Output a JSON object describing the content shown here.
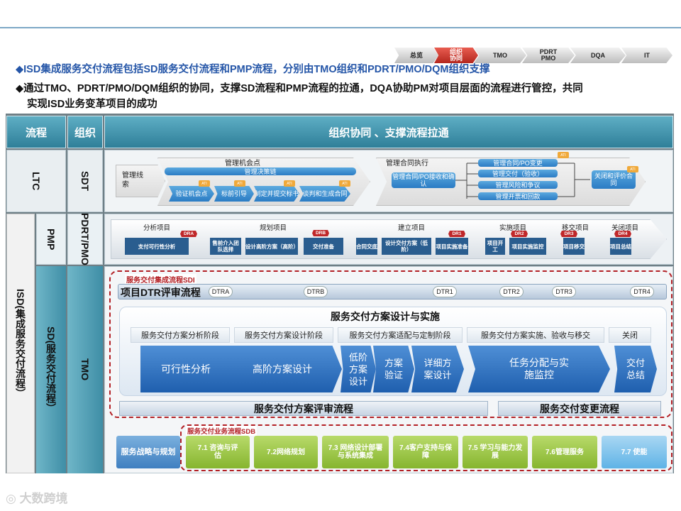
{
  "nav": [
    {
      "label": "总览",
      "active": false
    },
    {
      "label": "组织\n协同",
      "active": true
    },
    {
      "label": "TMO",
      "active": false
    },
    {
      "label": "PDRT\nPMO",
      "active": false
    },
    {
      "label": "DQA",
      "active": false
    },
    {
      "label": "IT",
      "active": false
    }
  ],
  "bullets": {
    "b1": "◆ISD集成服务交付流程包括SD服务交付流程和PMP流程，分别由TMO组织和PDRT/PMO/DQM组织支撑",
    "b2_line1": "◆通过TMO、PDRT/PMO/DQM组织的协同，支撑SD流程和PMP流程的拉通，DQA协助PM对项目层面的流程进行管控，共同",
    "b2_line2": "实现ISD业务变革项目的成功"
  },
  "header": {
    "process": "流程",
    "org": "组织",
    "main": "组织协同 、支撑流程拉通"
  },
  "rows": {
    "ltc": "LTC",
    "sdt": "SDT",
    "isd": "ISD(集成服务交付流程）",
    "pmp": "PMP",
    "pdrt": "PDRT/PMO",
    "sd": "SD(服务交付流程）",
    "tmo": "TMO"
  },
  "ltc_panel": {
    "lead": "管理线索",
    "opp": "管理机会点",
    "decision": "管理决策链",
    "steps": [
      "验证机会点",
      "标前引导",
      "制定并提交标书",
      "谈判和生成合同"
    ],
    "contract": "管理合同执行",
    "contract_step": "管理合同/PO接收和确认",
    "subs": [
      "管理合同/PO变更",
      "管理交付（验收）",
      "管理风险和争议",
      "管理开票和回款"
    ],
    "close": "关闭和评价合同",
    "tags": [
      "ATI",
      "ATI",
      "ATI",
      "ATI",
      "ATI",
      "ATI"
    ]
  },
  "pmp_panel": {
    "phases": [
      "分析项目",
      "规划项目",
      "建立项目",
      "实施项目",
      "移交项目",
      "关闭项目"
    ],
    "dr": [
      "DRA",
      "DRB",
      "DR1",
      "DR2",
      "DR3",
      "DR4"
    ],
    "boxes": [
      "支付可行性分析",
      "售前介入团队选择",
      "设计高阶方案（高阶）",
      "交付准备",
      "合同交底",
      "设计交付方案（低阶）",
      "项目实施准备",
      "项目开工",
      "项目实施监控",
      "项目移交",
      "项目总结"
    ]
  },
  "sdi": {
    "label": "服务交付集成流程SDI",
    "dtr_title": "项目DTR评审流程",
    "dtr": [
      "DTRA",
      "DTRB",
      "DTR1",
      "DTR2",
      "DTR3",
      "DTR4"
    ],
    "big_title": "服务交付方案设计与实施",
    "phases": [
      "服务交付方案分析阶段",
      "服务交付方案设计阶段",
      "服务交付方案适配与定制阶段",
      "服务交付方案实施、验收与移交",
      "关闭"
    ],
    "steps": [
      "可行性分析",
      "高阶方案设计",
      "低阶方案设计",
      "方案验证",
      "详细方案设计",
      "任务分配与实施监控",
      "交付总结"
    ],
    "review": "服务交付方案评审流程",
    "change": "服务交付变更流程"
  },
  "sdb": {
    "label": "服务交付业务流程SDB",
    "items": [
      "服务战略与规划",
      "7.1 咨询与评估",
      "7.2网络规划",
      "7.3 网络设计部署与系统集成",
      "7.4客户支持与保障",
      "7.5 学习与能力发展",
      "7.6管理服务",
      "7.7 使能"
    ]
  },
  "watermark": "大数跨境",
  "colors": {
    "accent_red": "#b32025",
    "header_teal": "#3f8ea6",
    "chevron_blue": "#2b7cc4",
    "sdb_green": "#86b52f"
  }
}
